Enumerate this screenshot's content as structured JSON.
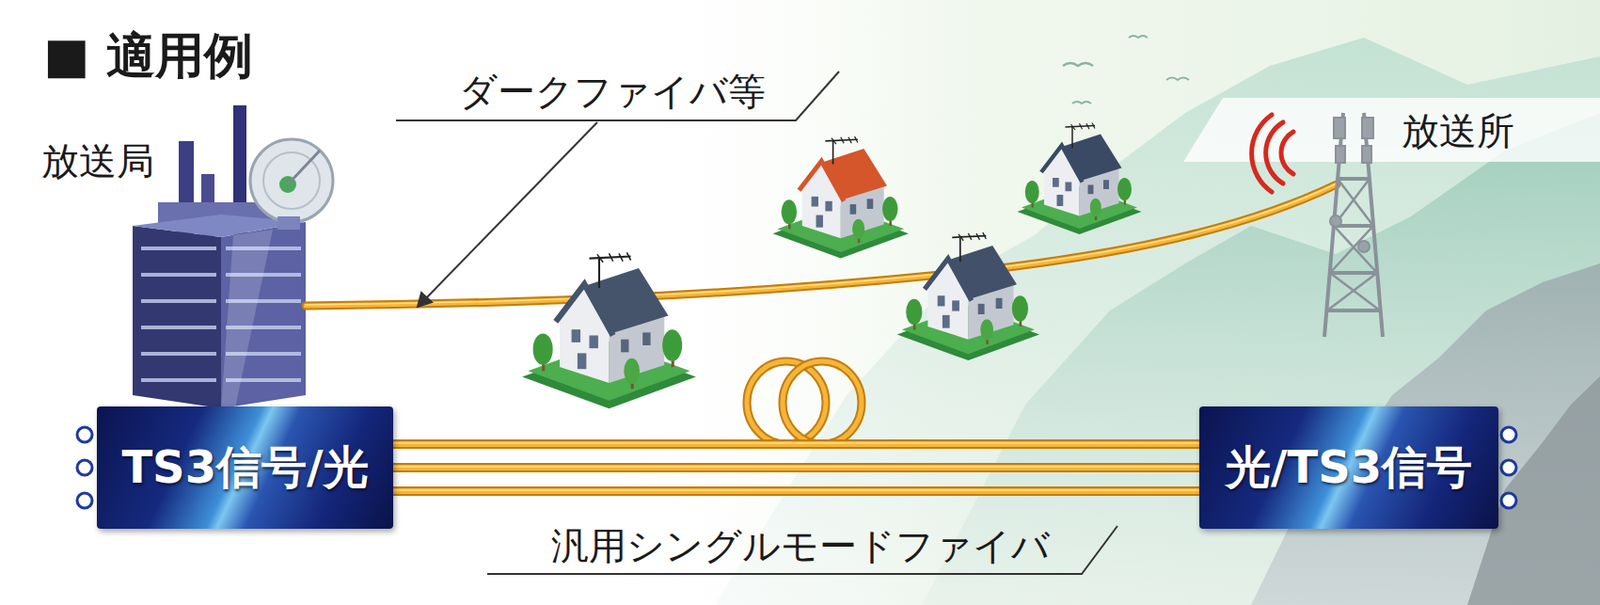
{
  "diagram": {
    "title": "■ 適用例",
    "nodes": [
      {
        "text": [
          "TS3信号/光"
        ]
      },
      {
        "text": [
          "光/TS3信号"
        ]
      }
    ],
    "edges": [
      {
        "from": 0,
        "to": 1,
        "arrow": "none"
      },
      {
        "from": 0,
        "to": 1,
        "arrow": "none"
      },
      {
        "from": 0,
        "to": 1,
        "arrow": "none"
      }
    ],
    "labels": [
      "放送局",
      "ダークファイバ等",
      "放送所",
      "汎用シングルモードファイバ"
    ]
  }
}
